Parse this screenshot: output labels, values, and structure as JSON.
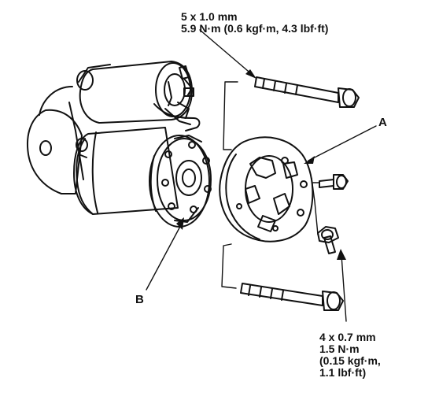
{
  "labels": {
    "part_a": "A",
    "part_b": "B"
  },
  "spec_top": {
    "line1": "5 x 1.0 mm",
    "line2": "5.9 N·m (0.6 kgf·m, 4.3 lbf·ft)"
  },
  "spec_bottom": {
    "line1": "4 x 0.7 mm",
    "line2": "1.5 N·m",
    "line3": "(0.15 kgf·m,",
    "line4": "1.1 lbf·ft)"
  },
  "colors": {
    "ink": "#111111",
    "paper": "#ffffff"
  }
}
